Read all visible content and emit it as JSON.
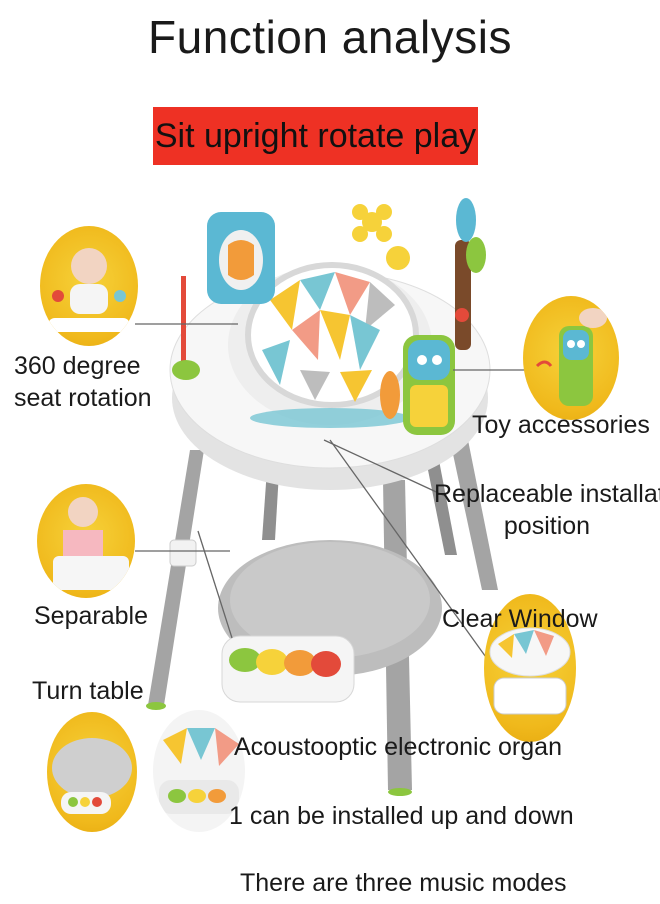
{
  "header": {
    "title": "Function analysis",
    "banner": "Sit upright rotate play"
  },
  "labels": {
    "rotation": "360 degree\nseat rotation",
    "toys": "Toy accessories",
    "replaceable": "Replaceable installatior\nposition",
    "separable": "Separable",
    "clear_window": "Clear Window",
    "turn_table": "Turn table",
    "organ": "Acoustooptic electronic organ",
    "install": "1 can be installed up and down",
    "music": "There are three music modes"
  },
  "colors": {
    "banner": "#ee3124",
    "circle": "#f2c12b",
    "table": "#f4f4f4",
    "leg": "#9b9b9b",
    "accent_green": "#8cc63f"
  }
}
